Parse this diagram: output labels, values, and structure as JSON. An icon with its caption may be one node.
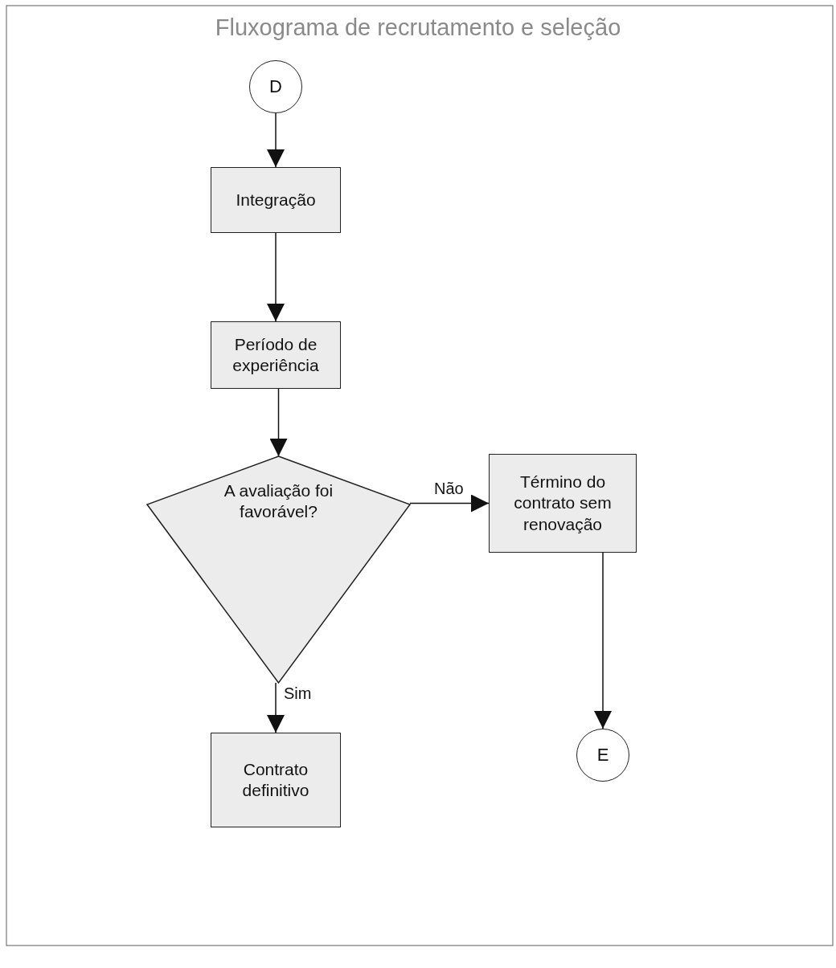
{
  "diagram": {
    "title": "Fluxograma de recrutamento e seleção",
    "nodes": [
      {
        "text": [
          "D"
        ]
      },
      {
        "text": [
          "Integração"
        ]
      },
      {
        "text": [
          "Período de experiência"
        ]
      },
      {
        "text": [
          "A avaliação foi favorável?"
        ]
      },
      {
        "text": [
          "Término do contrato sem renovação"
        ]
      },
      {
        "text": [
          "Contrato definitivo"
        ]
      },
      {
        "text": [
          "E"
        ]
      }
    ],
    "edges": [
      {
        "from": 0,
        "to": 1,
        "arrow": "to"
      },
      {
        "from": 1,
        "to": 2,
        "arrow": "to"
      },
      {
        "from": 2,
        "to": 3,
        "arrow": "to"
      },
      {
        "from": 3,
        "to": 4,
        "arrow": "to",
        "label": "Não"
      },
      {
        "from": 3,
        "to": 5,
        "arrow": "to",
        "label": "Sim"
      },
      {
        "from": 4,
        "to": 6,
        "arrow": "to"
      }
    ]
  }
}
